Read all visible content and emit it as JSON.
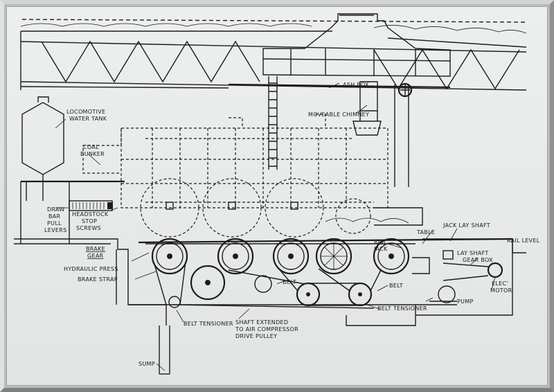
{
  "labels": {
    "ash_box": "ASH BOX",
    "moveable_chimney": "MOVEABLE CHIMNEY",
    "locomotive_water_tank_1": "LOCOMOTIVE",
    "locomotive_water_tank_2": "WATER TANK",
    "coal_bunker_1": "COAL",
    "coal_bunker_2": "BUNKER",
    "draw_bar_1": "DRAW",
    "draw_bar_2": "BAR",
    "draw_bar_3": "PULL",
    "draw_bar_4": "LEVERS",
    "headstock_1": "HEADSTOCK",
    "headstock_2": "STOP",
    "headstock_3": "SCREWS",
    "brake_gear_1": "BRAKE",
    "brake_gear_2": "GEAR",
    "hydraulic_press": "HYDRAULIC PRESS",
    "brake_strap": "BRAKE STRAP",
    "rail_jack_1": "RAIL",
    "rail_jack_2": "JACK",
    "jack_lay_shaft": "JACK LAY SHAFT",
    "table": "TABLE",
    "rail_level": "RAIL LEVEL",
    "lay_shaft_gear_box_1": "LAY SHAFT",
    "lay_shaft_gear_box_2": "GEAR BOX",
    "elec_motor_1": "ELEC'",
    "elec_motor_2": "MOTOR",
    "pump": "PUMP",
    "belt_1": "BELT",
    "belt_2": "BELT",
    "belt_tensioner_left": "BELT TENSIONER",
    "belt_tensioner_right": "BELT TENSIONER",
    "shaft_1": "SHAFT EXTENDED",
    "shaft_2": "TO AIR COMPRESSOR",
    "shaft_3": "DRIVE PULLEY",
    "sump": "SUMP"
  }
}
